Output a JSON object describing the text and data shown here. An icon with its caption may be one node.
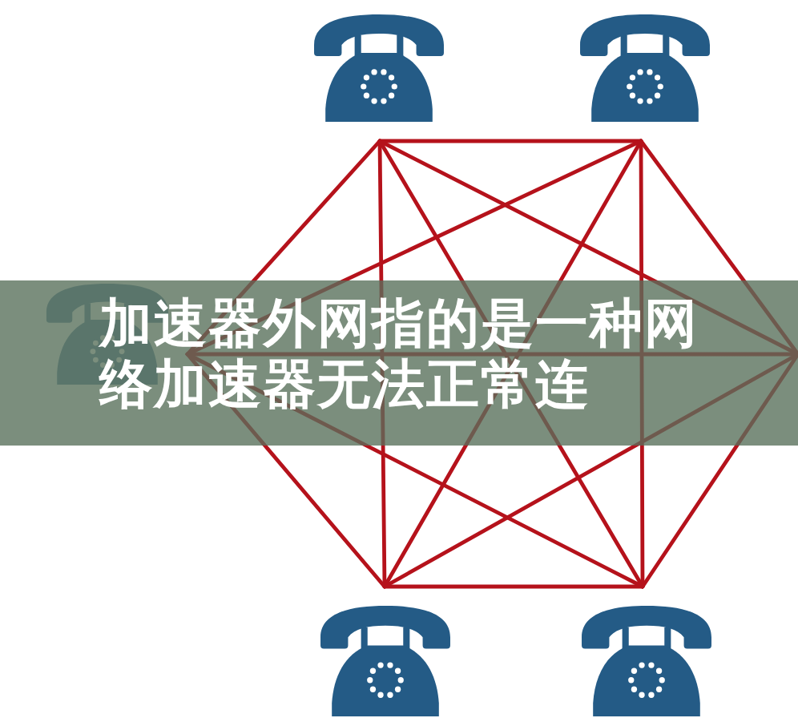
{
  "diagram": {
    "title": "加速器外网指的是一种网络加速器无法正常连",
    "nodes": [
      {
        "text": [],
        "shape": "picture"
      },
      {
        "text": [],
        "shape": "picture"
      },
      {
        "text": [],
        "shape": "picture"
      },
      {
        "text": [],
        "shape": "picture"
      },
      {
        "text": [],
        "shape": "picture"
      }
    ],
    "edges": [
      {
        "from": 0,
        "to": 1,
        "arrow": "none"
      },
      {
        "from": 0,
        "to": 2,
        "arrow": "none"
      },
      {
        "from": 0,
        "to": 3,
        "arrow": "none"
      },
      {
        "from": 0,
        "to": 4,
        "arrow": "none"
      },
      {
        "from": 0,
        "to": null,
        "arrow": "none"
      },
      {
        "from": 1,
        "to": 2,
        "arrow": "none"
      },
      {
        "from": 1,
        "to": 3,
        "arrow": "none"
      },
      {
        "from": 1,
        "to": 4,
        "arrow": "none"
      },
      {
        "from": 1,
        "to": null,
        "arrow": "none"
      },
      {
        "from": 2,
        "to": 3,
        "arrow": "none"
      },
      {
        "from": 2,
        "to": 4,
        "arrow": "none"
      },
      {
        "from": 2,
        "to": null,
        "arrow": "none"
      },
      {
        "from": 3,
        "to": 4,
        "arrow": "none"
      },
      {
        "from": 3,
        "to": null,
        "arrow": "none"
      },
      {
        "from": 4,
        "to": null,
        "arrow": "none"
      }
    ]
  }
}
